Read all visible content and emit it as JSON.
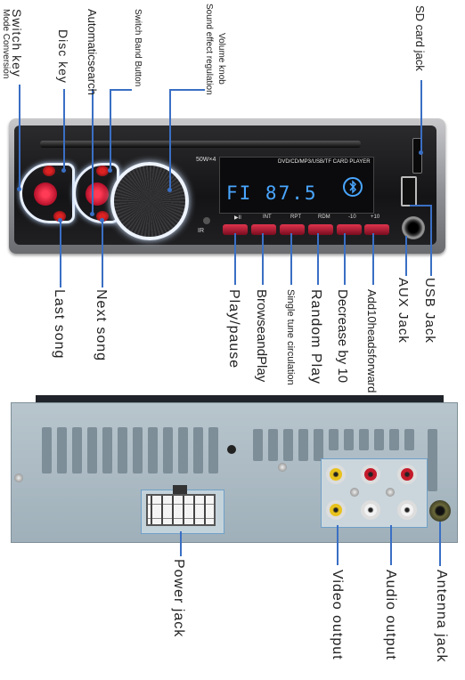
{
  "front_labels": {
    "switch_key": "Switch key",
    "mode_conversion": "Mode Conversion",
    "disc_key": "Disc key",
    "automatic_search": "Automaticsearch",
    "switch_band_button": "Switch Band Button",
    "volume_knob": "Volume knob",
    "sound_effect_regulation": "Sound effect regulation",
    "sd_card_jack": "SD card jack",
    "last_song": "Last song",
    "next_song": "Next song",
    "play_pause": "Play/pause",
    "browse_and_play": "BrowseandPlay",
    "single_tune_circulation": "Single tune circulation",
    "random_play": "Random Play",
    "decrease_by_10": "Decrease by 10",
    "add10_heads_forward": "Add10headsforward",
    "aux_jack": "AUX Jack",
    "usb_jack": "USB Jack"
  },
  "device_text": {
    "power_rating": "50W×4",
    "formats": "DVD/CD/MP3/USB/TF  CARD PLAYER",
    "display": "FI 87.5",
    "ir": "IR",
    "btn_play": "▶II",
    "btn_int": "INT",
    "btn_rpt": "RPT",
    "btn_rdm": "RDM",
    "btn_minus10": "-10",
    "btn_plus10": "+10"
  },
  "back_labels": {
    "power_jack": "Power jack",
    "video_output": "Video output",
    "audio_output": "Audio output",
    "antenna_jack": "Antenna jack"
  },
  "colors": {
    "leader_line": "#3a6fc4",
    "lcd_text": "#49a6ff",
    "button_red": "#d0203c",
    "rca_yellow": "#e8c21c",
    "rca_red": "#c41a2a",
    "rca_white": "#f2f2f2"
  }
}
